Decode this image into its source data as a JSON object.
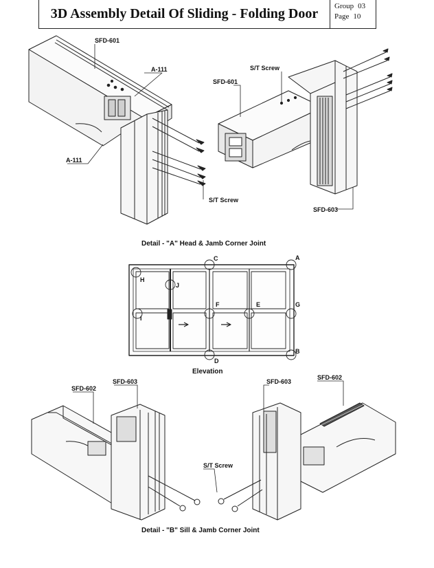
{
  "header": {
    "title": "3D Assembly Detail Of Sliding - Folding Door",
    "group_label": "Group",
    "group_value": "03",
    "page_label": "Page",
    "page_value": "10"
  },
  "detail_a": {
    "caption": "Detail - \"A\" Head & Jamb  Corner Joint",
    "labels": {
      "sfd601_left": "SFD-601",
      "a111_top": "A-111",
      "a111_bottom": "A-111",
      "st_screw_left": "S/T Screw",
      "st_screw_right": "S/T Screw",
      "sfd601_right": "SFD-601",
      "sfd603_right": "SFD-603"
    }
  },
  "elevation": {
    "caption": "Elevation",
    "points": {
      "A": "A",
      "B": "B",
      "C": "C",
      "D": "D",
      "E": "E",
      "F": "F",
      "G": "G",
      "H": "H",
      "I": "I",
      "J": "J"
    }
  },
  "detail_b": {
    "caption": "Detail - \"B\" Sill & Jamb  Corner Joint",
    "labels": {
      "sfd602_left": "SFD-602",
      "sfd603_left": "SFD-603",
      "sfd603_right": "SFD-603",
      "sfd602_right": "SFD-602",
      "st_screw": "S/T Screw"
    }
  }
}
